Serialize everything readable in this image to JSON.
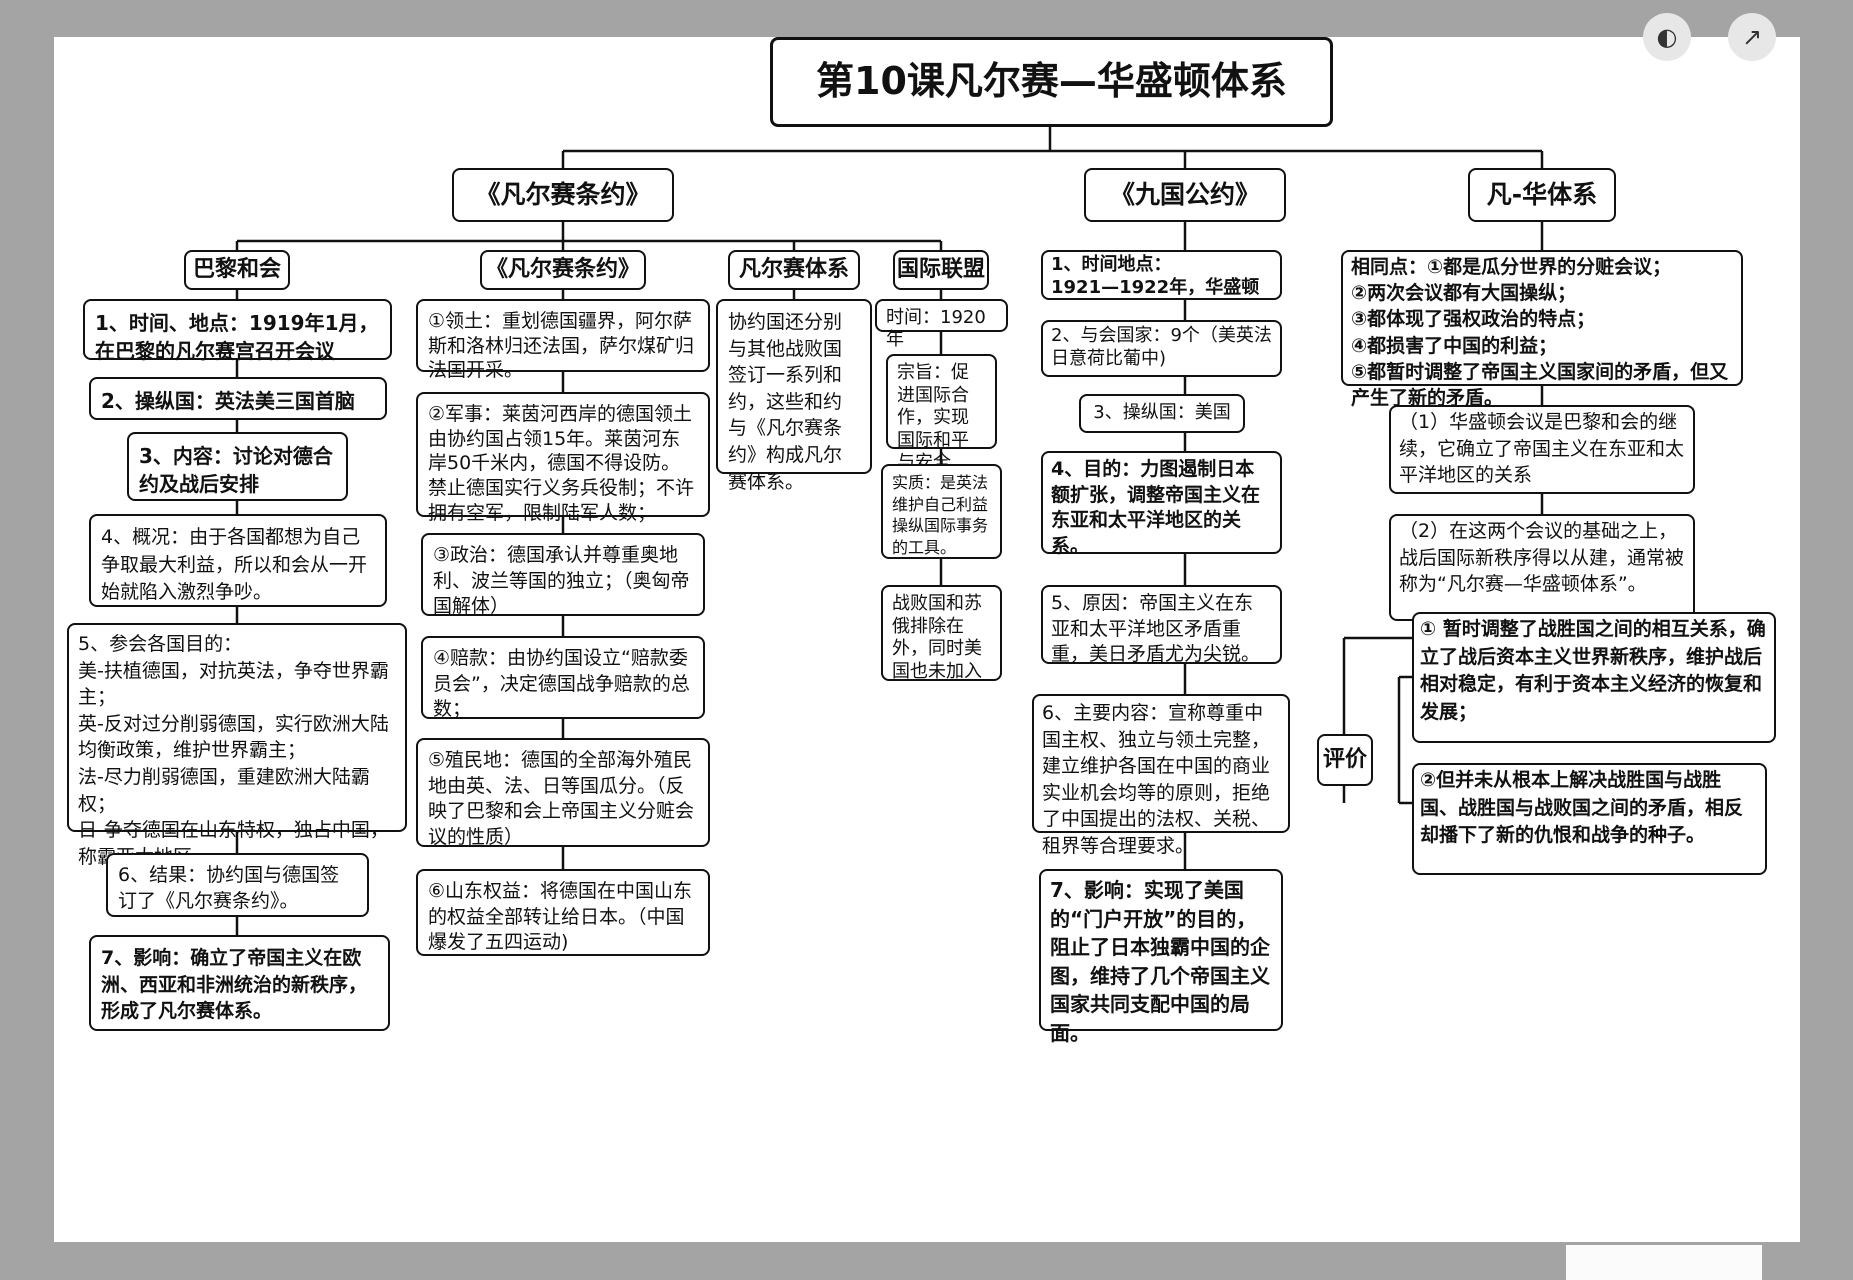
{
  "title": "第10课凡尔赛—华盛顿体系",
  "sections": {
    "versailles": "《凡尔赛条约》",
    "nine_power": "《九国公约》",
    "system": "凡-华体系"
  },
  "versailles_branches": {
    "paris": "巴黎和会",
    "treaty": "《凡尔赛条约》",
    "vsystem": "凡尔赛体系",
    "league": "国际联盟"
  },
  "paris_items": [
    "1、时间、地点：1919年1月，在巴黎的凡尔赛宫召开会议",
    "2、操纵国：英法美三国首脑",
    "3、内容：讨论对德合约及战后安排",
    "4、概况：由于各国都想为自己争取最大利益，所以和会从一开始就陷入激烈争吵。",
    "5、参会各国目的：\n美-扶植德国，对抗英法，争夺世界霸主；\n英-反对过分削弱德国，实行欧洲大陆均衡政策，维护世界霸主；\n法-尽力削弱德国，重建欧洲大陆霸权；\n日-争夺德国在山东特权，独占中国，称霸亚太地区。",
    "6、结果：协约国与德国签订了《凡尔赛条约》。",
    "7、影响：确立了帝国主义在欧洲、西亚和非洲统治的新秩序，形成了凡尔赛体系。"
  ],
  "treaty_items": [
    "①领土：重划德国疆界，阿尔萨斯和洛林归还法国，萨尔煤矿归法国开采。",
    "②军事：莱茵河西岸的德国领土由协约国占领15年。莱茵河东岸50千米内，德国不得设防。禁止德国实行义务兵役制；不许拥有空军，限制陆军人数；",
    "③政治：德国承认并尊重奥地利、波兰等国的独立；（奥匈帝国解体）",
    "④赔款：由协约国设立“赔款委员会”，决定德国战争赔款的总数；",
    "⑤殖民地：德国的全部海外殖民地由英、法、日等国瓜分。（反映了巴黎和会上帝国主义分赃会议的性质）",
    "⑥山东权益：将德国在中国山东的权益全部转让给日本。（中国爆发了五四运动)"
  ],
  "vsystem_text": "协约国还分别与其他战败国签订一系列和约，这些和约与《凡尔赛条约》构成凡尔赛体系。",
  "league_items": [
    "时间：1920年",
    "宗旨：促进国际合作，实现国际和平与安全",
    "实质：是英法维护自己利益操纵国际事务的工具。",
    "战败国和苏俄排除在外，同时美国也未加入"
  ],
  "nine_items": [
    "1、时间地点：\n1921—1922年，华盛顿",
    "2、与会国家：9个（美英法日意荷比葡中)",
    "3、操纵国：美国",
    "4、目的：力图遏制日本额扩张，调整帝国主义在东亚和太平洋地区的关系。",
    "5、原因：帝国主义在东亚和太平洋地区矛盾重重，美日矛盾尤为尖锐。",
    "6、主要内容：宣称尊重中国主权、独立与领土完整，建立维护各国在中国的商业实业机会均等的原则，拒绝了中国提出的法权、关税、租界等合理要求。",
    "7、影响：实现了美国的“门户开放”的目的，阻止了日本独霸中国的企图，维持了几个帝国主义国家共同支配中国的局面。"
  ],
  "system_items": {
    "same": "相同点：①都是瓜分世界的分赃会议；\n②两次会议都有大国操纵；\n③都体现了强权政治的特点；\n④都损害了中国的利益；\n⑤都暂时调整了帝国主义国家间的矛盾，但又产生了新的矛盾。",
    "note1": "（1）华盛顿会议是巴黎和会的继续，它确立了帝国主义在东亚和太平洋地区的关系",
    "note2": "（2）在这两个会议的基础之上，战后国际新秩序得以从建，通常被称为“凡尔赛—华盛顿体系”。",
    "eval_label": "评价",
    "eval1": "① 暂时调整了战胜国之间的相互关系，确立了战后资本主义世界新秩序，维护战后相对稳定，有利于资本主义经济的恢复和发展；",
    "eval2": "②但并未从根本上解决战胜国与战胜国、战胜国与战败国之间的矛盾，相反却播下了新的仇恨和战争的种子。"
  },
  "icons": [
    "contrast-icon",
    "arrow-icon"
  ]
}
